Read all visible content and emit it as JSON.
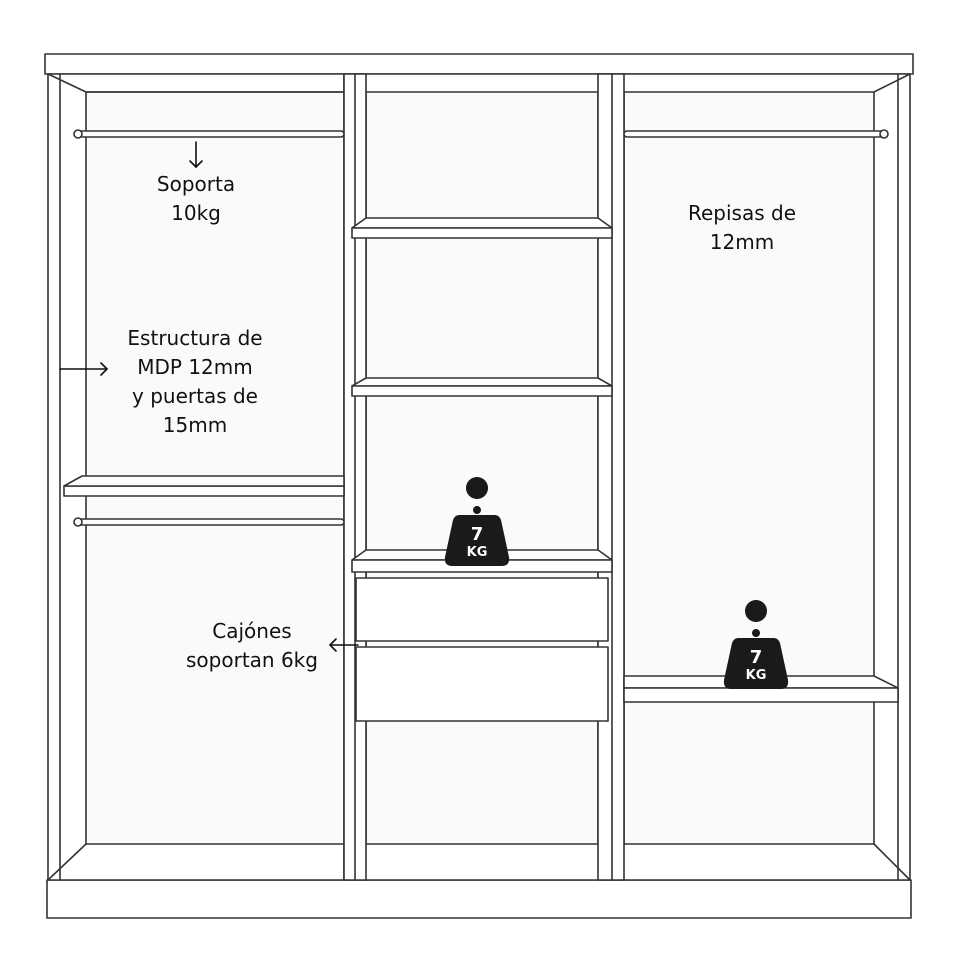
{
  "labels": {
    "rod_capacity": [
      "Soporta",
      "10kg"
    ],
    "structure": [
      "Estructura de",
      "MDP 12mm",
      "y puertas de",
      "15mm"
    ],
    "shelves": [
      "Repisas de",
      "12mm"
    ],
    "drawers": [
      "Cajónes",
      "soportan 6kg"
    ]
  },
  "weight_badges": [
    {
      "value": "7",
      "unit": "KG"
    },
    {
      "value": "7",
      "unit": "KG"
    }
  ],
  "colors": {
    "line": "#333333",
    "panel": "#ffffff",
    "inner": "#fafafa",
    "badge": "#1a1a1a",
    "badge_text": "#ffffff"
  }
}
